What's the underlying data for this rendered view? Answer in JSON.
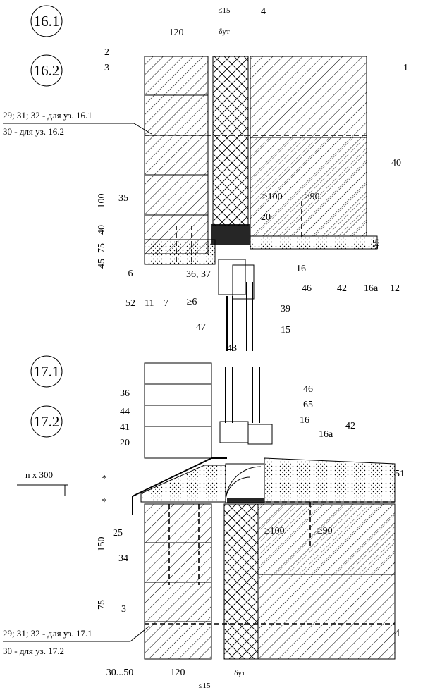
{
  "nodes": {
    "n161": "16.1",
    "n162": "16.2",
    "n171": "17.1",
    "n172": "17.2"
  },
  "dimensions": {
    "top_brick": "120",
    "top_gap": "≤15",
    "top_insul": "δут",
    "d100": "100",
    "d40": "40",
    "d75": "75",
    "d45": "45",
    "d6": "6",
    "d6b": "≥6",
    "d20": "20",
    "d100b": "≥100",
    "d90b": "≥90",
    "d45r": "45",
    "star1": "*",
    "star2": "*",
    "d150": "150",
    "d75b": "75",
    "d100c": "≥100",
    "d90c": "≥90",
    "bot_3050": "30...50",
    "bot_brick": "120",
    "bot_insul": "δут",
    "bot_gap": "≤15",
    "section_mark": "n x 300"
  },
  "labels": {
    "l1": "1",
    "l2": "2",
    "l3": "3",
    "l4": "4",
    "l40": "40",
    "l35": "35",
    "l16": "16",
    "l16a": "16a",
    "l12": "12",
    "l42": "42",
    "l46": "46",
    "l39": "39",
    "l15": "15",
    "l47": "47",
    "l52": "52",
    "l11": "11",
    "l7": "7",
    "l3637": "36,\n37",
    "l43": "43",
    "l36": "36",
    "l44": "44",
    "l41": "41",
    "l20": "20",
    "l46b": "46",
    "l65": "65",
    "l16b": "16",
    "l16ab": "16a",
    "l42b": "42",
    "l51": "51",
    "l25": "25",
    "l34": "34",
    "l3b": "3",
    "l4b": "4"
  },
  "notes": {
    "n_top_a": "29; 31; 32 - для уз. 16.1",
    "n_top_b": "30 - для уз. 16.2",
    "n_bot_a": "29; 31; 32 - для уз. 17.1",
    "n_bot_b": "30 - для уз. 17.2"
  }
}
